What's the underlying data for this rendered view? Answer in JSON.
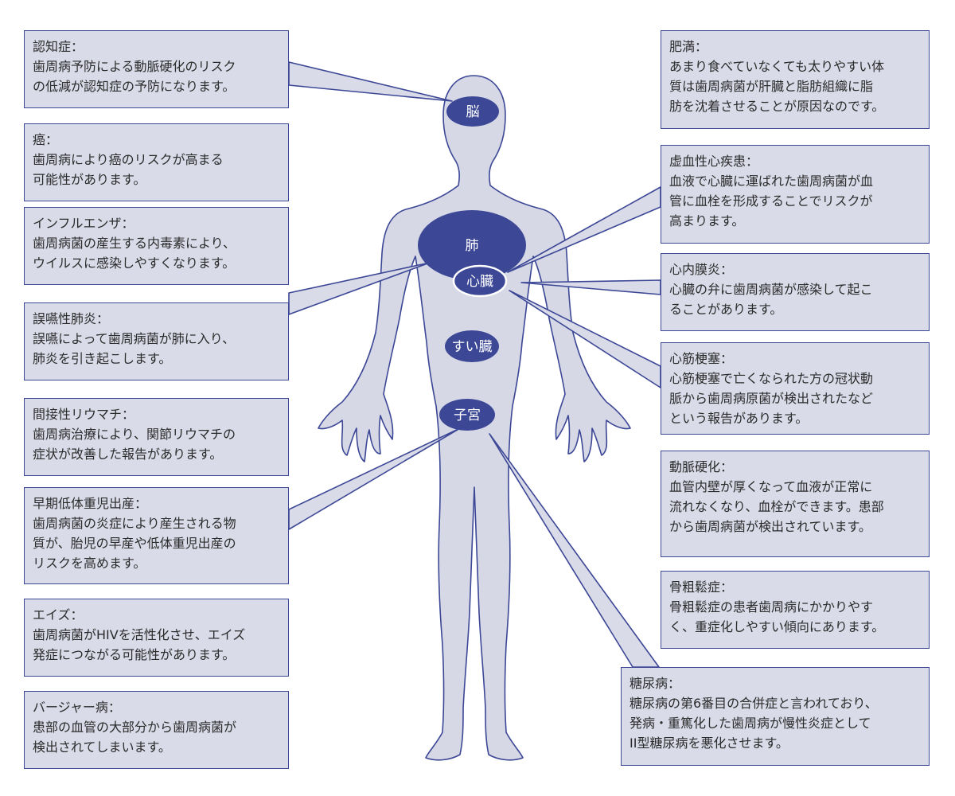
{
  "organs": {
    "brain": "脳",
    "lung": "肺",
    "heart": "心臓",
    "pancreas": "すい臓",
    "uterus": "子宮"
  },
  "colors": {
    "accent": "#3c4796",
    "box_fill": "#d9dbe8",
    "body_fill": "#d6d8e6",
    "text": "#2b2b2b"
  },
  "left_boxes": {
    "dementia": {
      "title": "認知症：",
      "body": "歯周病予防による動脈硬化のリスク\nの低減が認知症の予防になります。"
    },
    "cancer": {
      "title": "癌：",
      "body": "歯周病により癌のリスクが高まる\n可能性があります。"
    },
    "influenza": {
      "title": "インフルエンザ：",
      "body": "歯周病菌の産生する内毒素により、\nウイルスに感染しやすくなります。"
    },
    "pneumonia": {
      "title": "誤嚥性肺炎：",
      "body": "誤嚥によって歯周病菌が肺に入り、\n肺炎を引き起こします。"
    },
    "rheumatism": {
      "title": "間接性リウマチ：",
      "body": "歯周病治療により、関節リウマチの\n症状が改善した報告があります。"
    },
    "preterm": {
      "title": "早期低体重児出産：",
      "body": "歯周病菌の炎症により産生される物\n質が、胎児の早産や低体重児出産の\nリスクを高めます。"
    },
    "aids": {
      "title": "エイズ：",
      "body": "歯周病菌がHIVを活性化させ、エイズ\n発症につながる可能性があります。"
    },
    "buerger": {
      "title": "バージャー病：",
      "body": "患部の血管の大部分から歯周病菌が\n検出されてしまいます。"
    }
  },
  "right_boxes": {
    "obesity": {
      "title": "肥満：",
      "body": "あまり食べていなくても太りやすい体\n質は歯周病菌が肝臓と脂肪組織に脂\n肪を沈着させることが原因なのです。"
    },
    "ischemic": {
      "title": "虚血性心疾患：",
      "body": "血液で心臓に運ばれた歯周病菌が血\n管に血栓を形成することでリスクが\n高まります。"
    },
    "endocarditis": {
      "title": "心内膜炎：",
      "body": "心臓の弁に歯周病菌が感染して起こ\nることがあります。"
    },
    "infarction": {
      "title": "心筋梗塞：",
      "body": "心筋梗塞で亡くなられた方の冠状動\n脈から歯周病原菌が検出されたなど\nという報告があります。"
    },
    "arteriosclerosis": {
      "title": "動脈硬化：",
      "body": "血管内壁が厚くなって血液が正常に\n流れなくなり、血栓ができます。患部\nから歯周病菌が検出されています。"
    },
    "osteoporosis": {
      "title": "骨粗鬆症：",
      "body": "骨粗鬆症の患者歯周病にかかりやす\nく、重症化しやすい傾向にあります。"
    },
    "diabetes": {
      "title": "糖尿病：",
      "body": "糖尿病の第6番目の合併症と言われており、\n発病・重篤化した歯周病が慢性炎症として\nII型糖尿病を悪化させます。"
    }
  }
}
